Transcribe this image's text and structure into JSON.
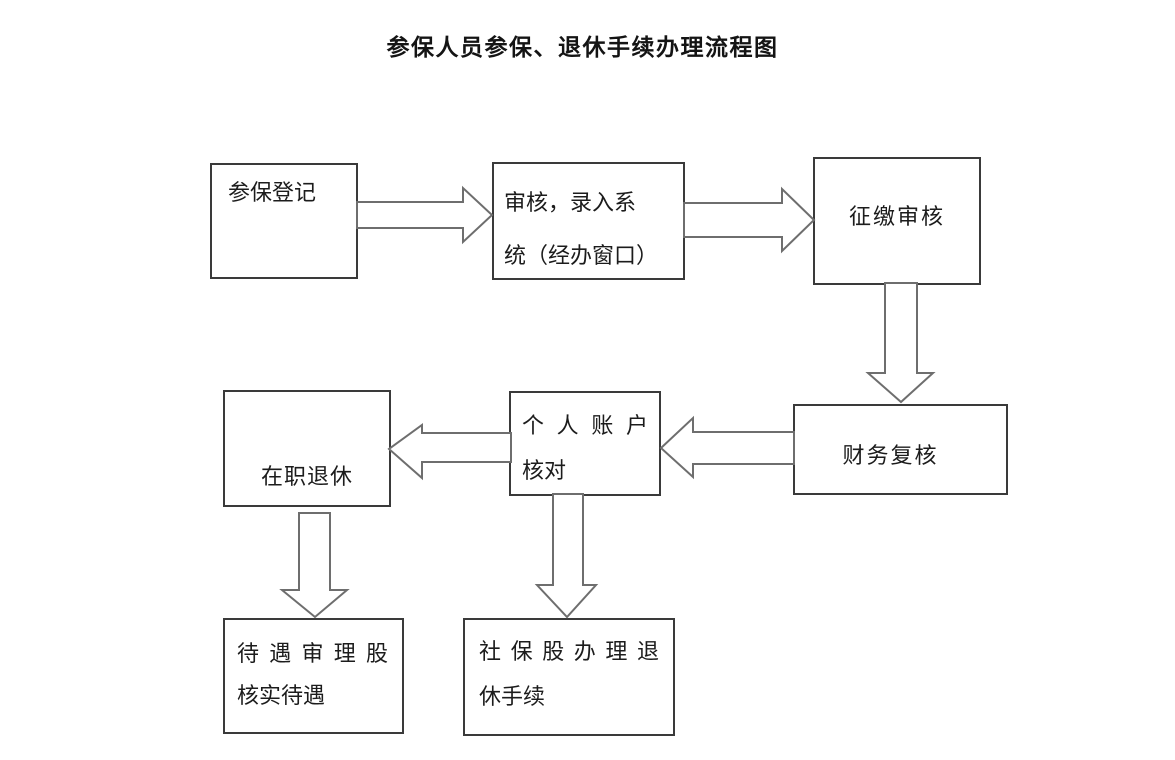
{
  "title": "参保人员参保、退休手续办理流程图",
  "colors": {
    "background": "#ffffff",
    "box_border": "#3a3a3a",
    "text": "#1c1c1c",
    "arrow_outline": "#6e6e6e",
    "arrow_fill": "#ffffff"
  },
  "boxes": {
    "enroll": {
      "line1": "参保登记"
    },
    "review": {
      "line1": "审核，录入系",
      "line2": "统（经办窗口）"
    },
    "collection": {
      "line1": "征缴审核"
    },
    "finance": {
      "line1": "财务复核"
    },
    "account": {
      "line1": "个人账户",
      "line2": "核对"
    },
    "retire": {
      "line1": "在职退休"
    },
    "benefit": {
      "line1": "待遇审理股",
      "line2": "核实待遇"
    },
    "social": {
      "line1": "社保股办理退",
      "line2": "休手续"
    }
  },
  "edges": [
    {
      "from": "参保登记",
      "to": "审核，录入系统（经办窗口）",
      "direction": "right"
    },
    {
      "from": "审核，录入系统（经办窗口）",
      "to": "征缴审核",
      "direction": "right"
    },
    {
      "from": "征缴审核",
      "to": "财务复核",
      "direction": "down"
    },
    {
      "from": "财务复核",
      "to": "个人账户核对",
      "direction": "left"
    },
    {
      "from": "个人账户核对",
      "to": "在职退休",
      "direction": "left"
    },
    {
      "from": "在职退休",
      "to": "待遇审理股核实待遇",
      "direction": "down"
    },
    {
      "from": "个人账户核对",
      "to": "社保股办理退休手续",
      "direction": "down"
    }
  ]
}
